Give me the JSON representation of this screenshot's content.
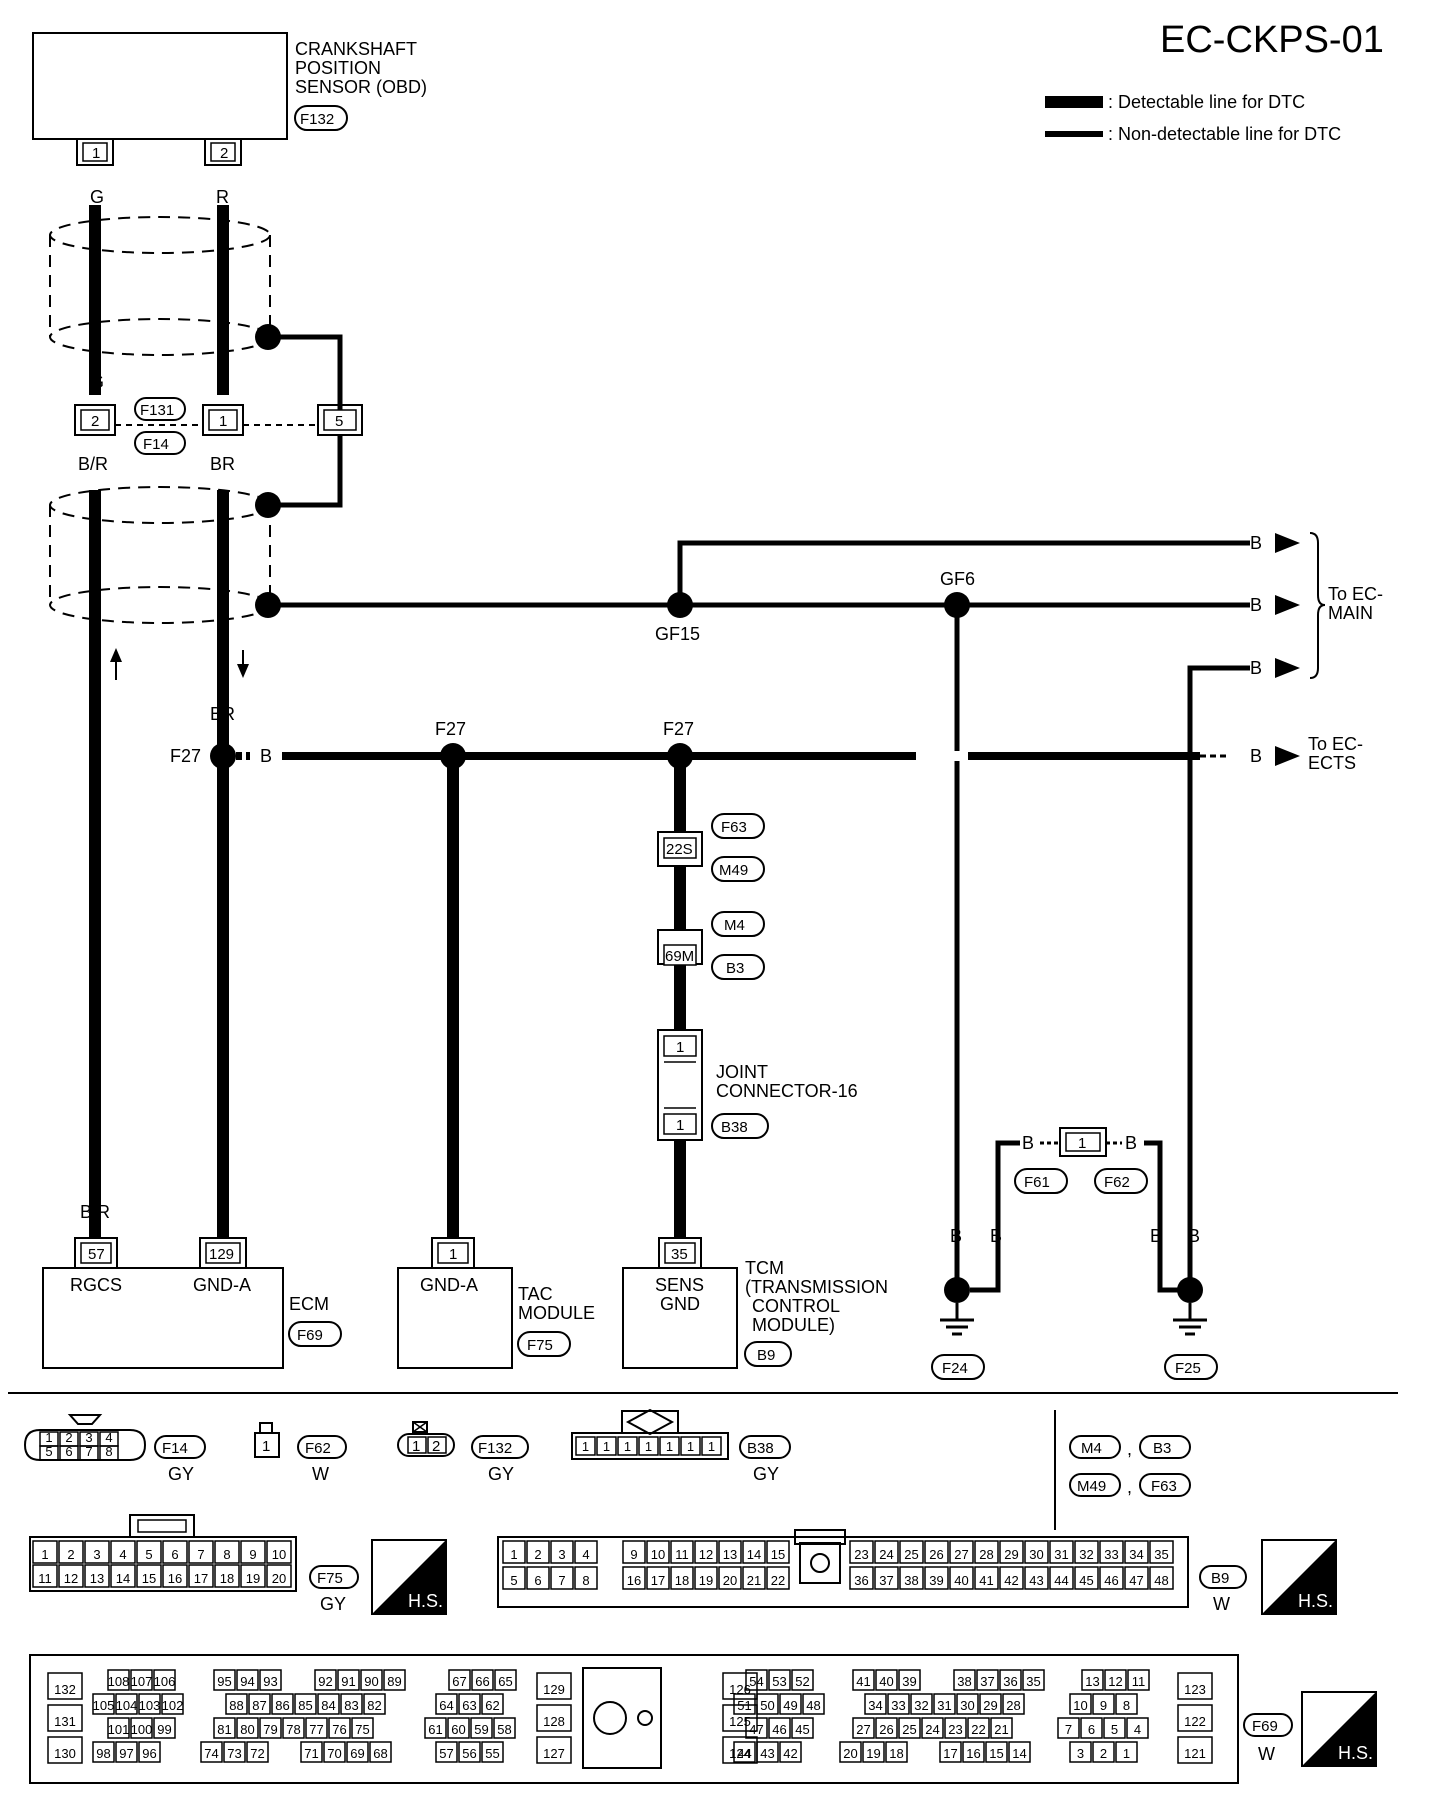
{
  "title": "EC-CKPS-01",
  "legend": [
    {
      "label": ": Detectable line for DTC"
    },
    {
      "label": ": Non-detectable line for DTC"
    }
  ],
  "sensor": {
    "lines": [
      "CRANKSHAFT",
      "POSITION",
      "SENSOR (OBD)"
    ],
    "connector": "F132",
    "pins": [
      "1",
      "2"
    ]
  },
  "wire_colors": {
    "g": "G",
    "r": "R",
    "br_left": "B/R",
    "br_right": "BR",
    "br_lower": "BR",
    "b": "B",
    "br_ecm": "B/R"
  },
  "shield_connector": {
    "pins": [
      "2",
      "1",
      "5"
    ],
    "upper": "F131",
    "lower": "F14"
  },
  "grounds": {
    "gf15": "GF15",
    "gf6": "GF6",
    "f27": "F27",
    "f24": "F24",
    "f25": "F25"
  },
  "to_ec_main": [
    "To EC-",
    "MAIN"
  ],
  "to_ec_ects": [
    "To EC-",
    "ECTS"
  ],
  "tcm_path": {
    "pin_22s": "22S",
    "c_f63": "F63",
    "c_m49": "M49",
    "pin_69m": "69M",
    "c_m4": "M4",
    "c_b3": "B3"
  },
  "joint": {
    "lines": [
      "JOINT",
      "CONNECTOR-16"
    ],
    "connector": "B38",
    "pin": "1"
  },
  "f61f62": {
    "pin": "1",
    "left": "F61",
    "right": "F62"
  },
  "ecm": {
    "name": "ECM",
    "connector": "F69",
    "pin_rgcs": "57",
    "label_rgcs": "RGCS",
    "pin_gnd": "129",
    "label_gnd": "GND-A"
  },
  "tac": {
    "lines": [
      "TAC",
      "MODULE"
    ],
    "connector": "F75",
    "pin": "1",
    "label": "GND-A"
  },
  "tcm": {
    "lines": [
      "TCM",
      "(TRANSMISSION",
      "CONTROL",
      "MODULE)"
    ],
    "connector": "B9",
    "pin": "35",
    "label_lines": [
      "SENS",
      "GND"
    ]
  },
  "faces": {
    "f14": {
      "id": "F14",
      "color": "GY",
      "row1": [
        "1",
        "2",
        "3",
        "4"
      ],
      "row2": [
        "5",
        "6",
        "7",
        "8"
      ]
    },
    "f62": {
      "id": "F62",
      "color": "W",
      "row1": [
        "1"
      ]
    },
    "f132": {
      "id": "F132",
      "color": "GY",
      "row1": [
        "1",
        "2"
      ]
    },
    "b38": {
      "id": "B38",
      "color": "GY",
      "row1": [
        "1",
        "1",
        "1",
        "1",
        "1",
        "1",
        "1"
      ]
    },
    "m4b3": [
      "M4",
      "B3"
    ],
    "m49f63": [
      "M49",
      "F63"
    ],
    "f75": {
      "id": "F75",
      "color": "GY",
      "row1": [
        "1",
        "2",
        "3",
        "4",
        "5",
        "6",
        "7",
        "8",
        "9",
        "10"
      ],
      "row2": [
        "11",
        "12",
        "13",
        "14",
        "15",
        "16",
        "17",
        "18",
        "19",
        "20"
      ]
    },
    "b9": {
      "id": "B9",
      "color": "W",
      "row1a": [
        "1",
        "2",
        "3",
        "4",
        "",
        "9",
        "10",
        "11",
        "12",
        "13",
        "14",
        "15"
      ],
      "row2a": [
        "5",
        "6",
        "7",
        "8",
        "",
        "16",
        "17",
        "18",
        "19",
        "20",
        "21",
        "22"
      ],
      "row1b": [
        "23",
        "24",
        "25",
        "26",
        "27",
        "28",
        "29",
        "30",
        "31",
        "32",
        "33",
        "34",
        "35"
      ],
      "row2b": [
        "36",
        "37",
        "38",
        "39",
        "40",
        "41",
        "42",
        "43",
        "44",
        "45",
        "46",
        "47",
        "48"
      ]
    },
    "f69": {
      "id": "F69",
      "color": "W",
      "g1": [
        "132",
        "131",
        "130"
      ],
      "g2r1": [
        "108",
        "107",
        "106"
      ],
      "g2r2": [
        "105",
        "104",
        "103",
        "102"
      ],
      "g2r3": [
        "101",
        "100",
        "99"
      ],
      "g2r4": [
        "98",
        "97",
        "96"
      ],
      "g3r1": [
        "95",
        "94",
        "93"
      ],
      "g3r2": [
        "88",
        "87",
        "86",
        "85",
        "84",
        "83",
        "82"
      ],
      "g3r3": [
        "81",
        "80",
        "79",
        "78",
        "77",
        "76",
        "75"
      ],
      "g3r4": [
        "74",
        "73",
        "72"
      ],
      "g3b1": [
        "92",
        "91",
        "90",
        "89"
      ],
      "g3b4": [
        "71",
        "70",
        "69",
        "68"
      ],
      "g4r1": [
        "67",
        "66",
        "65"
      ],
      "g4r2": [
        "64",
        "63",
        "62"
      ],
      "g4r3": [
        "61",
        "60",
        "59",
        "58"
      ],
      "g4r4": [
        "57",
        "56",
        "55"
      ],
      "g5": [
        "129",
        "128",
        "127"
      ],
      "g6": [
        "126",
        "125",
        "124"
      ],
      "g7r1": [
        "54",
        "53",
        "52"
      ],
      "g7r2": [
        "51",
        "50",
        "49",
        "48"
      ],
      "g7r3": [
        "47",
        "46",
        "45"
      ],
      "g7r4": [
        "44",
        "43",
        "42"
      ],
      "g8r1": [
        "41",
        "40",
        "39"
      ],
      "g8r2": [
        "34",
        "33",
        "32",
        "31",
        "30",
        "29",
        "28"
      ],
      "g8r3": [
        "27",
        "26",
        "25",
        "24",
        "23",
        "22",
        "21"
      ],
      "g8r4": [
        "20",
        "19",
        "18"
      ],
      "g8b1": [
        "38",
        "37",
        "36",
        "35"
      ],
      "g8b4": [
        "17",
        "16",
        "15",
        "14"
      ],
      "g9r1": [
        "13",
        "12",
        "11"
      ],
      "g9r2": [
        "10",
        "9",
        "8"
      ],
      "g9r3": [
        "7",
        "6",
        "5",
        "4"
      ],
      "g9r4": [
        "3",
        "2",
        "1"
      ],
      "g10": [
        "123",
        "122",
        "121"
      ]
    },
    "hs": "H.S."
  }
}
